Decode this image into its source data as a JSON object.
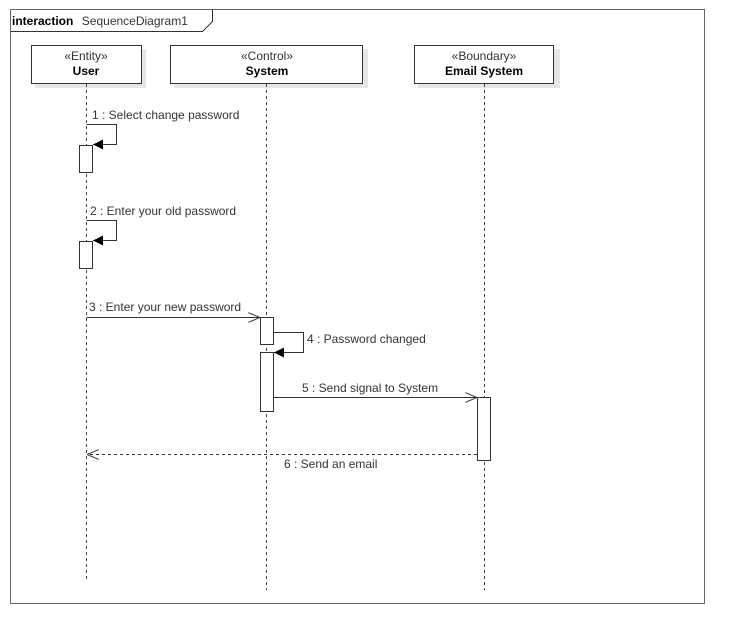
{
  "frame": {
    "keyword": "interaction",
    "name": "SequenceDiagram1"
  },
  "lifelines": [
    {
      "stereotype": "«Entity»",
      "name": "User"
    },
    {
      "stereotype": "«Control»",
      "name": "System"
    },
    {
      "stereotype": "«Boundary»",
      "name": "Email System"
    }
  ],
  "messages": [
    {
      "label": "1 : Select change password",
      "from": "User",
      "to": "User",
      "kind": "self-sync"
    },
    {
      "label": "2 : Enter your old password",
      "from": "User",
      "to": "User",
      "kind": "self-sync"
    },
    {
      "label": "3 : Enter your new password",
      "from": "User",
      "to": "System",
      "kind": "async"
    },
    {
      "label": "4 : Password changed",
      "from": "System",
      "to": "System",
      "kind": "self-sync"
    },
    {
      "label": "5 : Send signal to System",
      "from": "System",
      "to": "Email System",
      "kind": "async"
    },
    {
      "label": "6 : Send an email",
      "from": "Email System",
      "to": "User",
      "kind": "reply"
    }
  ]
}
